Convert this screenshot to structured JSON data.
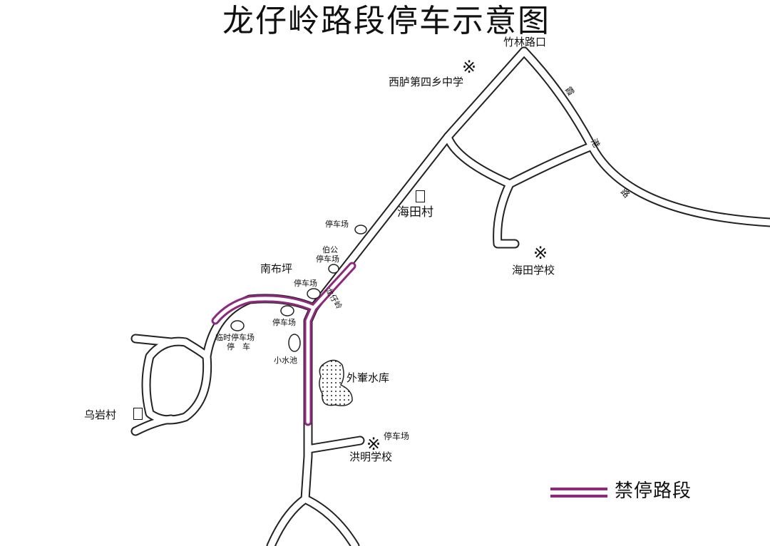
{
  "title": "龙仔岭路段停车示意图",
  "colors": {
    "road_outline": "#222222",
    "no_parking": "#8e2a7c",
    "background": "#ffffff"
  },
  "labels": {
    "zhulin_intersection": "竹林路口",
    "xilu_school": "西胪第四乡中学",
    "road_name_1": "霞",
    "road_name_2": "港",
    "road_name_3": "路",
    "haitian_village": "海田村",
    "haitian_school": "海田学校",
    "parking_1": "停车场",
    "bogong_parking_1": "伯公",
    "bogong_parking_2": "停车场",
    "nanbuping": "南布坪",
    "parking_2": "停车场",
    "longzai_ling": "龙仔岭",
    "parking_3": "停车场",
    "temp_parking_1": "临时停车场",
    "temp_parking_2": "停　车",
    "small_pond": "小水池",
    "waiban_reservoir": "外輋水库",
    "wuyan_village": "乌岩村",
    "hongming_parking": "停车场",
    "hongming_school": "洪明学校"
  },
  "icons": {
    "school_marker": "reference-mark-icon",
    "village_marker": "village-box-icon"
  },
  "legend": {
    "no_parking_label": "禁停路段"
  }
}
